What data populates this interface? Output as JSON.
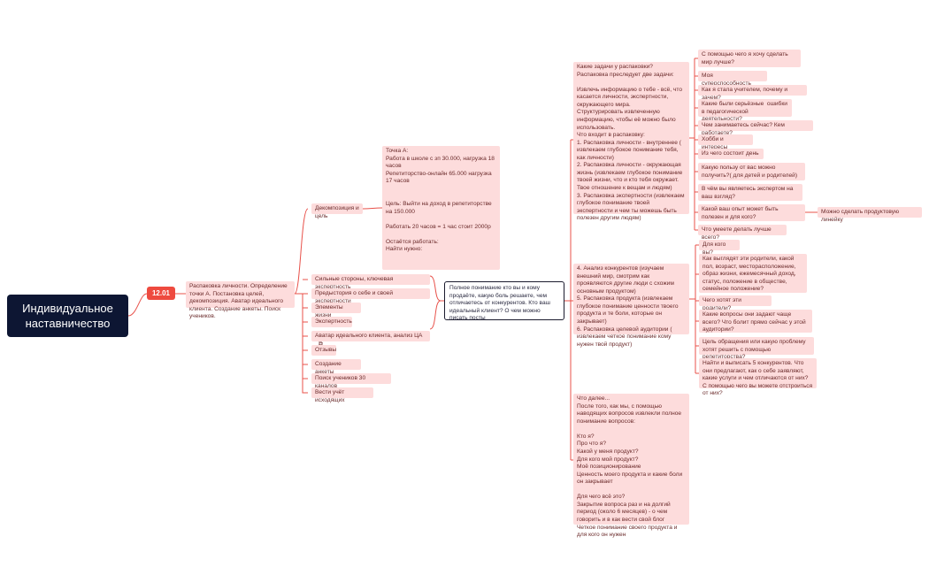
{
  "root": "Индивидуальное наставничество",
  "date_tag": "12.01",
  "level1": "Распаковка личности. Определение точки А. Постановка целей, декомпозиция. Аватар идеального клиента. Создание анкеты. Поиск учеников.",
  "branches": [
    "Декомпозиция и цель",
    "Сильные стороны, ключевая экспертность",
    "Предыстория о себе и своей экспертности",
    "Элементы жизни",
    "Экспертность",
    "Аватар идеального клиента, анализ ЦА",
    "Отзывы",
    "Создание анкеты",
    "Поиск учеников 30 каналов",
    "Вести учёт исходящих"
  ],
  "link_icon": "external-link-icon",
  "decomp_note": "Точка А:\nРабота в школе с зп 30.000, нагрузка 18 часов\nРепетиторство-онлайн 65.000 нагрузка 17 часов\n\n\nЦель: Выйти на доход в репетиторстве на 150.000\n\nРаботать 20 часов = 1 час стоит 2000р\n\nОстаётся работать:\nНайти нужно:",
  "summary": "Полное понимание кто вы и кому продаёте, какую боль решаете, чем отличаетесь от конкурентов. Кто ваш идеальный клиент? О чем можно писать посты",
  "unpack_note": "Какие задачи у распаковки?\nРаспаковка преследует две задачи:\n\nИзвлечь информацию о тебе - всё, что касается личности, экспертности, окружающего мира.\nСтруктурировать извлеченную информацию, чтобы её можно было использовать.\nЧто входит в распаковку:\n1. Распаковка личности - внутреннее ( извлекаем глубокое понимание тебя, как личности)\n2. Распаковка личности - окружающая жизнь (извлекаем глубокое понимание твоей жизни, что и кто тебя окружает. Твое отношение к вещам и людям)\n3. Распаковка экспертности (извлекаем глубокое понимание твоей экспертности и чем ты можешь быть полезен другим людям)",
  "questions": [
    "С помощью чего я хочу сделать мир лучше?",
    "Моя суперспособность",
    "Как я стала учителем, почему и зачем?",
    "Какие были серьёзные  ошибки в педагогической деятельности?",
    "Чем занимаетесь сейчас? Кем работаете?",
    "Хобби и интересы",
    "Из чего состоит день",
    "Какую пользу от вас можно получить?( для детей и родителей)",
    "В чём вы являетесь экспертом на ваш взгляд?",
    "Какой ваш опыт может быть полезен и для кого?",
    "Что умеете делать лучше всего?"
  ],
  "product_line": "Можно сделать продуктовую линейку",
  "analysis_note": "4. Анализ конкурентов (изучаем внешний мир, смотрим как проявляются другие люди с схожим основным продуктом)\n5. Распаковка продукта (извлекаем глубокое понимание ценности твоего продукта и те боли, которые он закрывает)\n6. Распаковка целевой аудитории ( извлекаем четкое понимание кому нужен твой продукт)",
  "audience": [
    "Для кого вы?",
    "Как выглядят эти родители, какой пол, возраст, месторасположение, образ жизни, ежемесячный доход, статус, положение в обществе, семейное положение?",
    "Чего хотят эти родители?",
    "Какие вопросы они задают чаще всего? Что болит прямо сейчас у этой аудитории?",
    "Цель обращения или какую проблему хотят решить с помощью репетиторства?",
    "Найти и выписать 5 конкурентов. Что они предлагают, как о себе заявляют, какие услуги и чем отличаются от них?  С помощью чего вы можете отстроиться от них?"
  ],
  "next_note": "Что далее...\nПосле того, как мы, с помощью наводящих вопросов извлекли полное понимание вопросов:\n\nКто я?\nПро что я?\nКакой у меня продукт?\nДля кого мой продукт?\nМоё позиционирование\nЦенность моего продукта и какие боли он закрывает\n\nДля чего всё это?\nЗакрытие вопроса раз и на долгий период (около 6 месяцев) - о чем говорить и в как вести свой блог\nЧеткое понимание своего продукта и для кого он нужен",
  "colors": {
    "line": "#e8514a",
    "node": "#fddcdc",
    "root": "#0d1633",
    "tag": "#ee4a3f"
  }
}
